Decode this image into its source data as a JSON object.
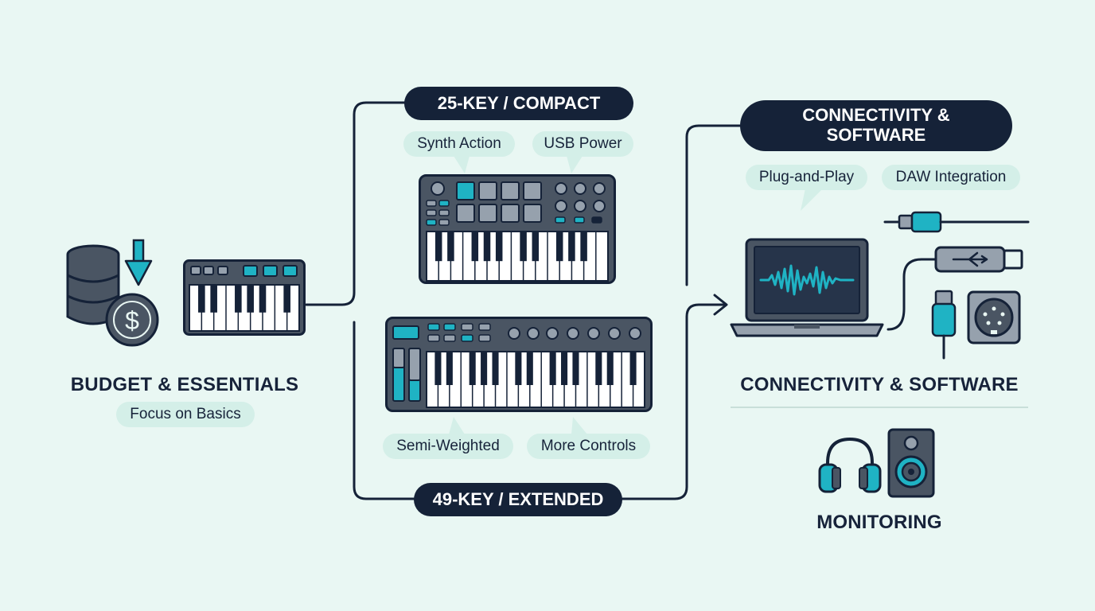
{
  "colors": {
    "background": "#e9f7f3",
    "dark": "#152238",
    "device": "#4a5563",
    "teal": "#1fb3c4",
    "chip": "#d4efe8"
  },
  "budget": {
    "title": "BUDGET & ESSENTIALS",
    "tag": "Focus on Basics",
    "icons": [
      "coin-stack-icon",
      "down-arrow-icon",
      "dollar-coin-icon",
      "mini-keyboard-icon"
    ]
  },
  "compact": {
    "title": "25-KEY / COMPACT",
    "features": [
      "Synth Action",
      "USB Power"
    ]
  },
  "extended": {
    "title": "49-KEY / EXTENDED",
    "features": [
      "Semi-Weighted",
      "More Controls"
    ]
  },
  "connectivity": {
    "banner": "CONNECTIVITY & SOFTWARE",
    "features": [
      "Plug-and-Play",
      "DAW Integration"
    ],
    "title": "CONNECTIVITY & SOFTWARE",
    "icons": [
      "laptop-waveform-icon",
      "audio-jack-icon",
      "usb-cable-icon",
      "usb-plug-icon",
      "midi-port-icon"
    ]
  },
  "monitoring": {
    "title": "MONITORING",
    "icons": [
      "headphones-icon",
      "speaker-icon"
    ]
  }
}
